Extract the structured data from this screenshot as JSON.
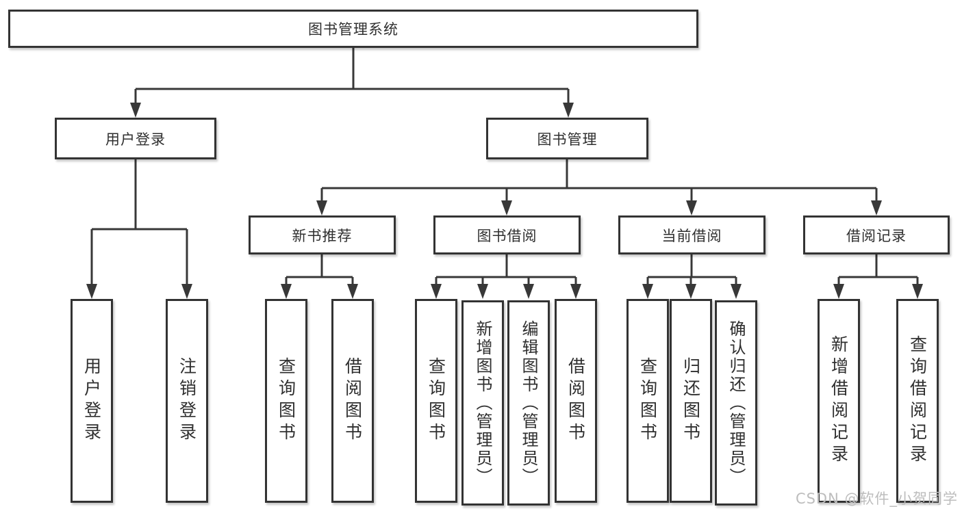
{
  "diagram": {
    "root": {
      "label": "图书管理系统"
    },
    "level2": {
      "user_login": {
        "label": "用户登录"
      },
      "book_management": {
        "label": "图书管理"
      }
    },
    "level3": {
      "new_book_recommend": {
        "label": "新书推荐"
      },
      "book_borrowing": {
        "label": "图书借阅"
      },
      "current_borrowing": {
        "label": "当前借阅"
      },
      "borrowing_records": {
        "label": "借阅记录"
      }
    },
    "leaves": {
      "user_login": [
        "用户登录",
        "注销登录"
      ],
      "new_book_recommend": [
        "查询图书",
        "借阅图书"
      ],
      "book_borrowing": [
        "查询图书",
        "新增图书（管理员）",
        "编辑图书（管理员）",
        "借阅图书"
      ],
      "current_borrowing": [
        "查询图书",
        "归还图书",
        "确认归还（管理员）"
      ],
      "borrowing_records": [
        "新增借阅记录",
        "查询借阅记录"
      ]
    }
  },
  "watermark": "CSDN @软件_小贺同学",
  "colors": {
    "line": "#383838",
    "box_border": "#333333",
    "text": "#2f2f2f",
    "watermark": "#bdbdbd",
    "background": "#ffffff"
  }
}
